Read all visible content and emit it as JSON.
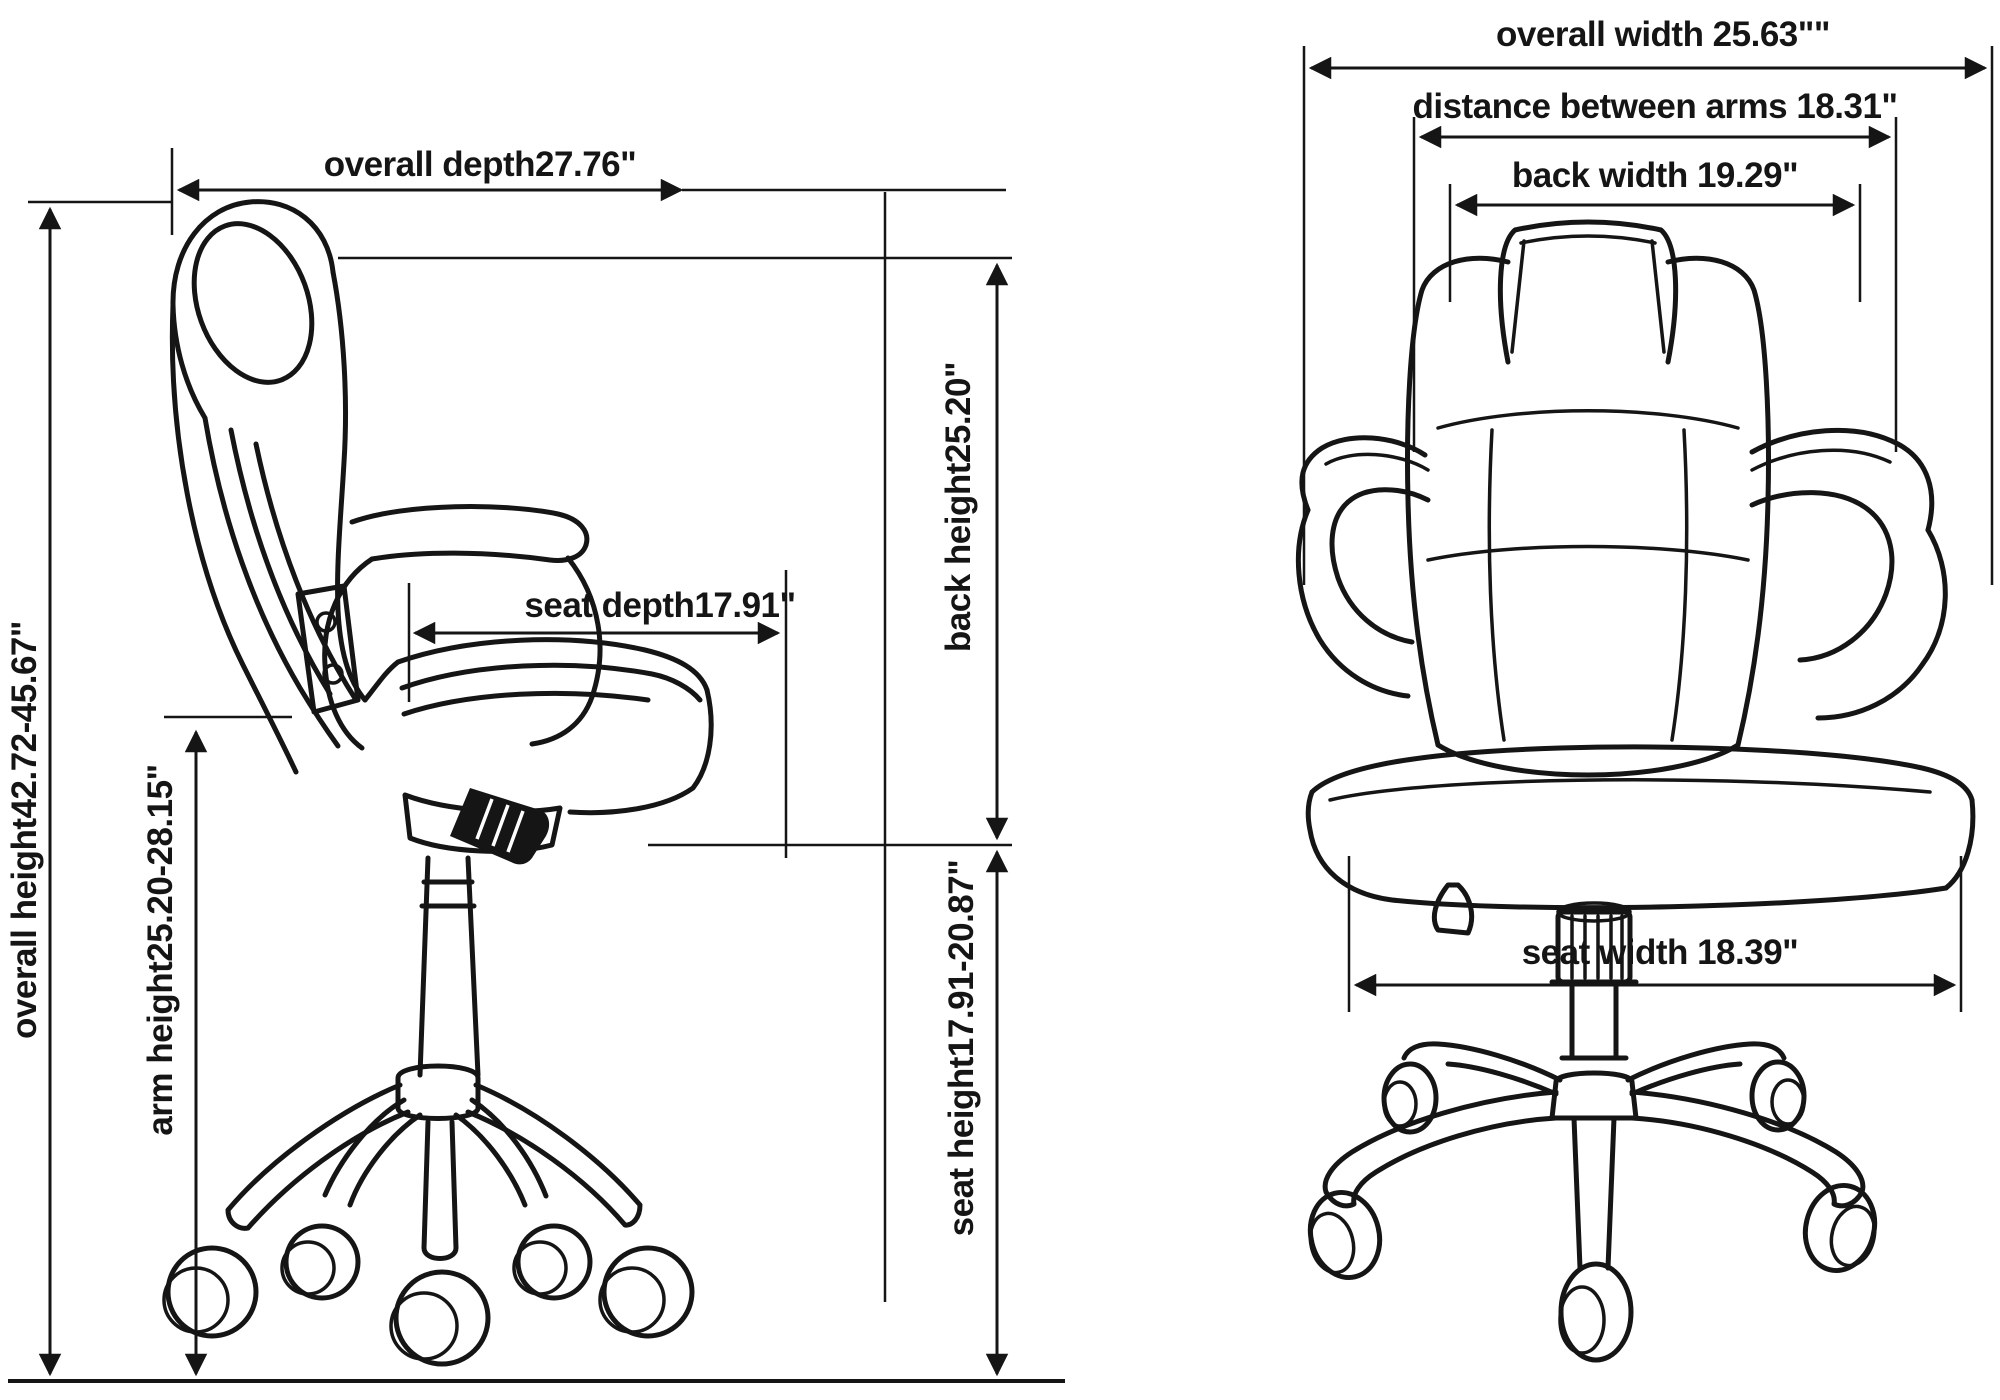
{
  "diagram": {
    "title": "office chair dimension drawing",
    "colors": {
      "line": "#151515",
      "background": "#ffffff"
    },
    "side_view": {
      "name": "side view",
      "labels": {
        "overall_depth": "overall depth27.76\"",
        "overall_height": "overall height42.72-45.67\"",
        "arm_height": "arm height25.20-28.15\"",
        "seat_depth": "seat depth17.91\"",
        "back_height": "back height25.20\"",
        "seat_height": "seat height17.91-20.87\""
      }
    },
    "front_view": {
      "name": "front view",
      "labels": {
        "overall_width": "overall width 25.63\"\"",
        "distance_between_arms": "distance between arms 18.31\"",
        "back_width": "back width 19.29\"",
        "seat_width": "seat width 18.39\""
      }
    }
  }
}
